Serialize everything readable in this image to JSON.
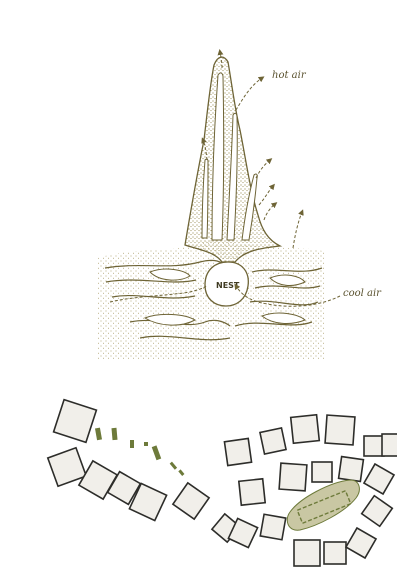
{
  "labels": {
    "hot_air": "hot air",
    "cool_air": "cool air",
    "nest": "NEST"
  },
  "colors": {
    "ink": "#6e6436",
    "stipple": "#b9ad80",
    "box_stroke": "#2d2d2a",
    "box_fill": "#f1efea",
    "green_mark": "#6d7a3a",
    "green_fill": "#c9c7a3"
  }
}
